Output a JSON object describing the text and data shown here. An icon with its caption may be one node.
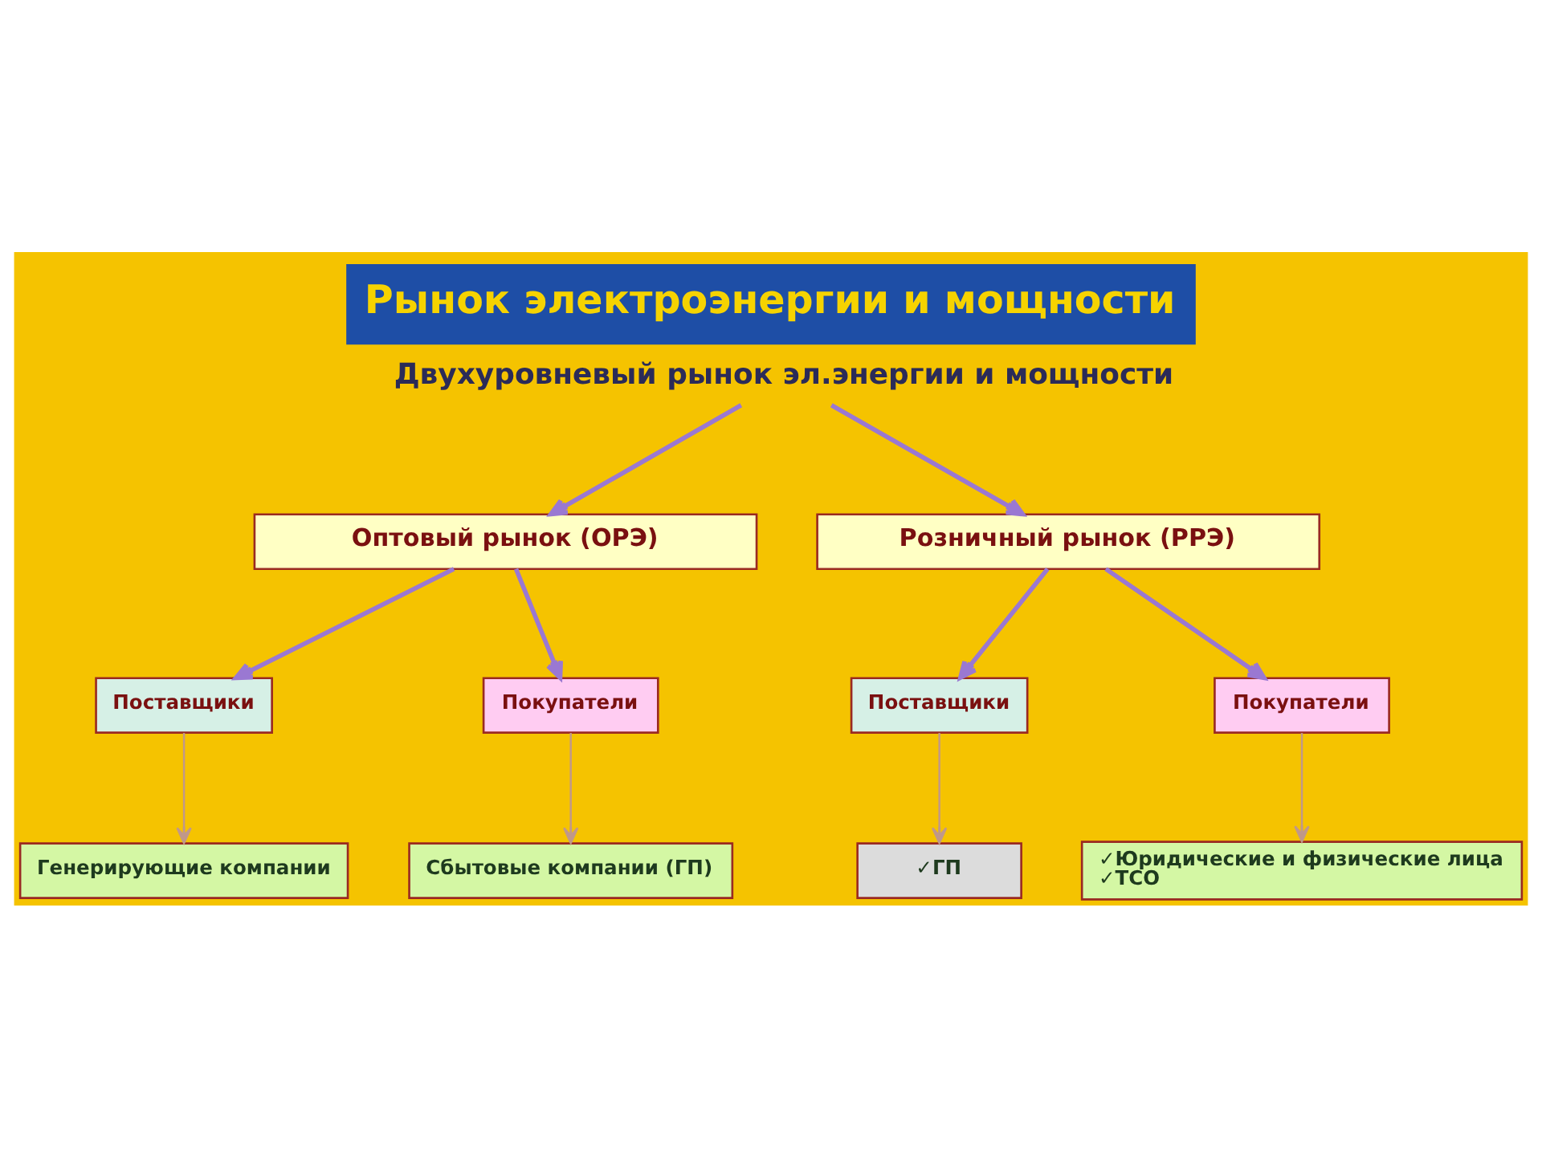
{
  "diagram": {
    "title": "Рынок электроэнергии и мощности",
    "nodes": [
      {
        "text": [
          "Двухуровневый рынок эл.энергии и мощности"
        ]
      },
      {
        "text": [
          "Оптовый рынок (ОРЭ)"
        ]
      },
      {
        "text": [
          "Розничный рынок (РРЭ)"
        ]
      },
      {
        "text": [
          "Поставщики"
        ]
      },
      {
        "text": [
          "Покупатели"
        ]
      },
      {
        "text": [
          "Поставщики"
        ]
      },
      {
        "text": [
          "Покупатели"
        ]
      },
      {
        "text": [
          "Генерирующие компании"
        ]
      },
      {
        "text": [
          "Сбытовые компании (ГП)"
        ]
      },
      {
        "text": [
          "✓ГП"
        ]
      },
      {
        "text": [
          "✓Юридические и физические лица",
          "✓ТСО"
        ]
      }
    ],
    "edges": [
      {
        "from": 0,
        "to": 1,
        "arrow": "to"
      },
      {
        "from": 0,
        "to": 2,
        "arrow": "to"
      },
      {
        "from": 1,
        "to": 3,
        "arrow": "to"
      },
      {
        "from": 1,
        "to": 4,
        "arrow": "to"
      },
      {
        "from": 2,
        "to": 5,
        "arrow": "to"
      },
      {
        "from": 2,
        "to": 6,
        "arrow": "to"
      },
      {
        "from": 3,
        "to": 7,
        "arrow": "to",
        "color": "#c0988a"
      },
      {
        "from": 4,
        "to": 8,
        "arrow": "to",
        "color": "#c0988a"
      },
      {
        "from": 5,
        "to": 9,
        "arrow": "to",
        "color": "#c0988a"
      },
      {
        "from": 6,
        "to": 10,
        "arrow": "to",
        "color": "#c0988a"
      }
    ]
  }
}
